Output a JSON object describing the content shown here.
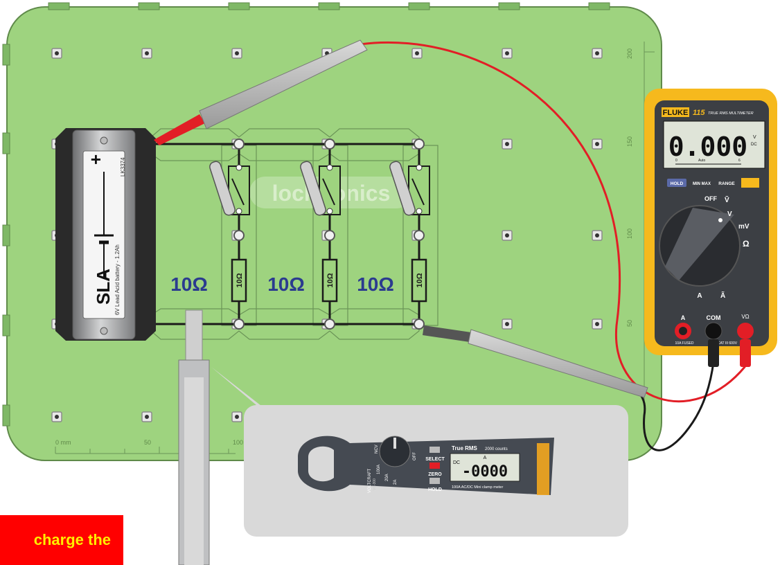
{
  "board": {
    "ruler_left_label": "0 mm",
    "ruler_bottom_ticks": [
      "0 mm",
      "50",
      "100"
    ],
    "ruler_right_ticks": [
      "200",
      "150",
      "100",
      "50"
    ],
    "logo_text": "locktronics",
    "color": "#9ed37f"
  },
  "battery": {
    "label": "SLA",
    "plus": "+",
    "code": "LK3374",
    "description": "6V Lead Acid battery - 1.2Ah"
  },
  "resistors": [
    {
      "label": "10Ω",
      "body": "10Ω"
    },
    {
      "label": "10Ω",
      "body": "10Ω"
    },
    {
      "label": "10Ω",
      "body": "10Ω"
    }
  ],
  "multimeter": {
    "brand": "FLUKE",
    "model": "115",
    "model_desc": "TRUE RMS MULTIMETER",
    "reading": "0.000",
    "unit_top": "V",
    "unit_bottom": "DC",
    "scale_left": "0",
    "scale_mid": "Auto",
    "scale_right": "6",
    "buttons": [
      "HOLD",
      "MIN MAX",
      "RANGE"
    ],
    "dial_off": "OFF",
    "dial_v_ac": "Ṽ",
    "dial_v_dc": "V",
    "dial_mv": "mV",
    "dial_ohm": "Ω",
    "dial_a": "A",
    "dial_a_ac": "Ã",
    "jack_a": "A",
    "jack_com": "COM",
    "jack_v": "VΩ",
    "jack_a_note": "10A FUSED",
    "jack_cat": "CAT III 600V"
  },
  "clamp_meter": {
    "brand": "VOLTCRAFT",
    "model": "VC-300",
    "true_rms": "True RMS",
    "counts": "2000 counts",
    "reading": "-0000",
    "unit": "A",
    "dc": "DC",
    "buttons": [
      "SELECT",
      "ZERO",
      "HOLD"
    ],
    "desc": "100A AC/DC Mini clamp meter",
    "ranges": [
      "100A",
      "20A",
      "2A"
    ],
    "off": "OFF",
    "ncv": "NCV"
  },
  "warning": {
    "text": "charge the"
  }
}
